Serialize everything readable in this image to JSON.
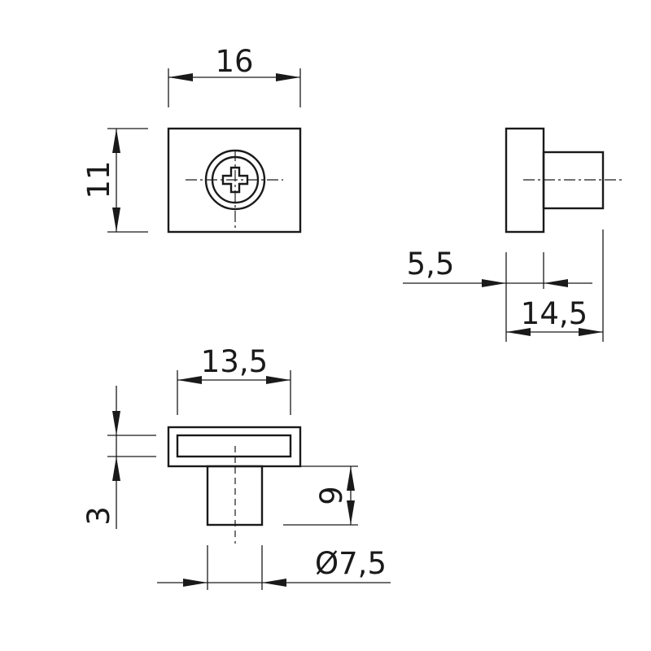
{
  "dimensions": {
    "front_width": "16",
    "front_height": "11",
    "head_thickness": "5,5",
    "total_length": "14,5",
    "slot_width": "13,5",
    "slot_depth": "3",
    "pin_length": "9",
    "pin_diameter": "Ø7,5"
  }
}
